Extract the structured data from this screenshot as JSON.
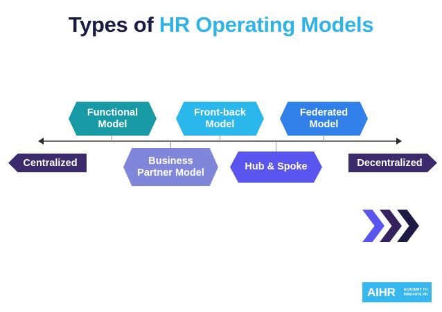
{
  "title": {
    "text_dark": "Types of ",
    "text_accent": "HR Operating Models",
    "color_dark": "#181c44",
    "color_accent": "#31b3e8"
  },
  "diagram": {
    "axis": {
      "type": "double-headed-horizontal-arrow",
      "left_endpoint_label": "Centralized",
      "right_endpoint_label": "Decentralized",
      "endpoint_color": "#3b2a6b"
    },
    "models_above": [
      {
        "label_line1": "Functional",
        "label_line2": "Model",
        "color": "#179aa6"
      },
      {
        "label_line1": "Front-back",
        "label_line2": "Model",
        "color": "#2ab7eb"
      },
      {
        "label_line1": "Federated",
        "label_line2": "Model",
        "color": "#3180ea"
      }
    ],
    "models_below": [
      {
        "label_line1": "Business",
        "label_line2": "Partner Model",
        "color": "#8086da"
      },
      {
        "label_line1": "Hub & Spoke",
        "label_line2": "",
        "color": "#5b55f0"
      }
    ]
  },
  "decoration": {
    "chevron_colors": [
      "#5b55f0",
      "#34215e",
      "#1d1a46"
    ]
  },
  "logo": {
    "mark": "AIHR",
    "tagline_line1": "ACADEMY TO",
    "tagline_line2": "INNOVATE HR",
    "background": "#36b7ef"
  }
}
